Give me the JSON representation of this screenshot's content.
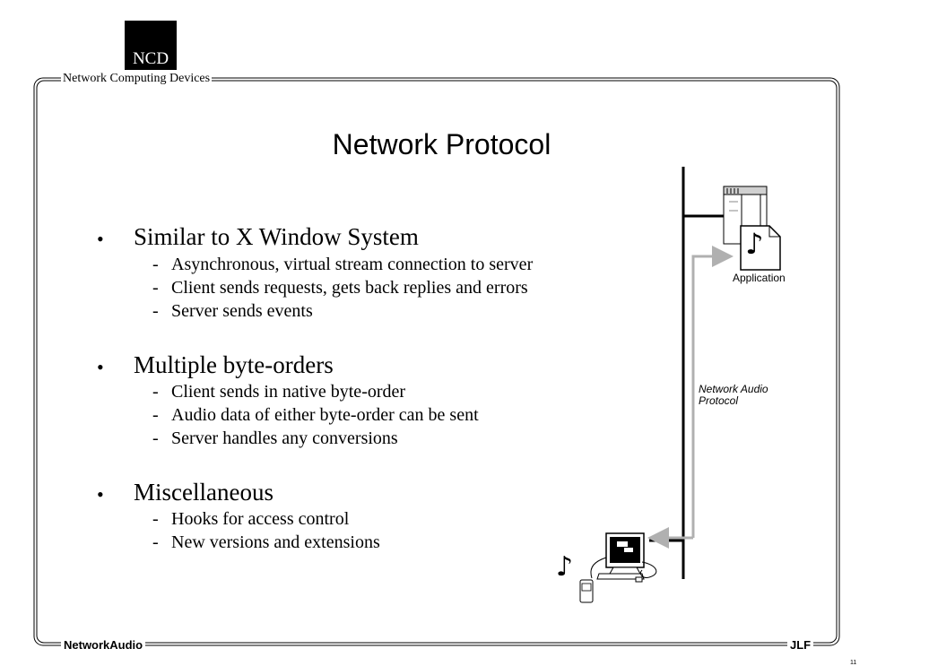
{
  "logo": {
    "text": "NCD"
  },
  "header": {
    "company": "Network Computing Devices"
  },
  "slide": {
    "title": "Network Protocol",
    "sections": [
      {
        "heading": "Similar to X Window System",
        "items": [
          "Asynchronous, virtual stream connection to server",
          "Client sends requests, gets back replies and errors",
          "Server sends events"
        ]
      },
      {
        "heading": "Multiple byte-orders",
        "items": [
          "Client sends in native byte-order",
          "Audio data of either byte-order can be sent",
          "Server handles any conversions"
        ]
      },
      {
        "heading": "Miscellaneous",
        "items": [
          "Hooks for access control",
          "New versions and extensions"
        ]
      }
    ]
  },
  "diagram": {
    "application_label": "Application",
    "protocol_label_line1": "Network Audio",
    "protocol_label_line2": "Protocol"
  },
  "footer": {
    "left": "NetworkAudio",
    "right": "JLF",
    "page_number": "11"
  },
  "glyphs": {
    "bullet": "•",
    "dash": "-",
    "music_note": "♪"
  }
}
